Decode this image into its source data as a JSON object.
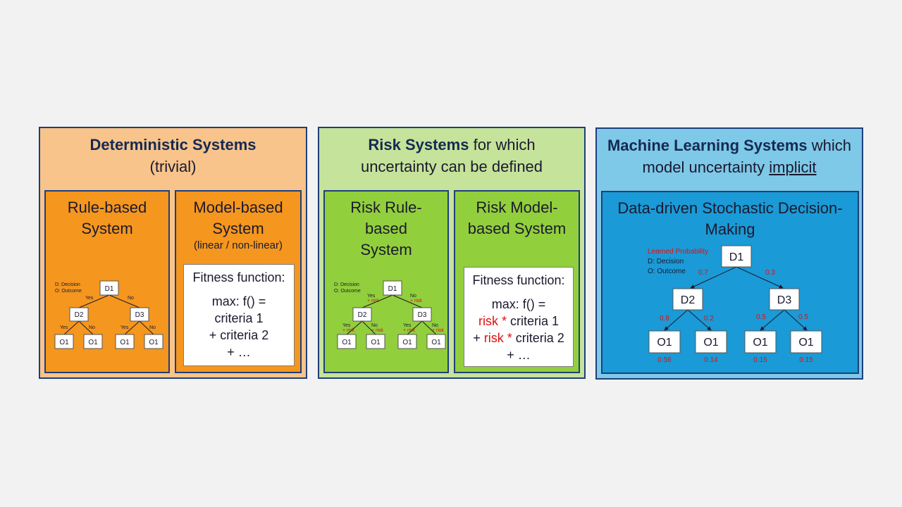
{
  "panels": {
    "deterministic": {
      "title_bold": "Deterministic Systems",
      "title_rest": "(trivial)",
      "rule": {
        "title": "Rule-based System",
        "legend": [
          "D: Decision",
          "O: Outcome"
        ],
        "nodes": [
          "D1",
          "D2",
          "D3",
          "O1",
          "O1",
          "O1",
          "O1"
        ],
        "edges": [
          "Yes",
          "No",
          "Yes",
          "No",
          "Yes",
          "No"
        ]
      },
      "model": {
        "title": "Model-based System",
        "note": "(linear / non-linear)",
        "fitness_title": "Fitness function:",
        "line1": "max: f() =",
        "line2": "criteria 1",
        "line3": "+ criteria 2",
        "line4": "+ …"
      }
    },
    "risk": {
      "title_bold": "Risk Systems",
      "title_rest1": "for which",
      "title_rest2": "uncertainty can be defined",
      "rule": {
        "title": "Risk Rule-based System",
        "legend": [
          "D: Decision",
          "O: Outcome"
        ],
        "nodes": [
          "D1",
          "D2",
          "D3",
          "O1",
          "O1",
          "O1",
          "O1"
        ],
        "edges": [
          "Yes",
          "No",
          "Yes",
          "No",
          "Yes",
          "No"
        ],
        "risk_label": "+ risk"
      },
      "model": {
        "title": "Risk Model-based System",
        "fitness_title": "Fitness function:",
        "line1": "max: f() =",
        "risk_word": "risk *",
        "line2_rest": "criteria 1",
        "line3_prefix": "+",
        "line3_rest": "criteria 2",
        "line4": "+ …"
      }
    },
    "ml": {
      "title_bold": "Machine Learning Systems",
      "title_rest1": "which",
      "title_rest2": "model uncertainty",
      "title_underline": "implicit",
      "sub": {
        "title": "Data-driven Stochastic Decision-Making",
        "legend_red": "Learned Probability",
        "legend": [
          "D: Decision",
          "O: Outcome"
        ],
        "nodes": [
          "D1",
          "D2",
          "D3",
          "O1",
          "O1",
          "O1",
          "O1"
        ],
        "edge_probs": [
          "0.7",
          "0.3",
          "0.8",
          "0.2",
          "0.5",
          "0.5"
        ],
        "outcome_probs": [
          "0.56",
          "0.14",
          "0.15",
          "0.15"
        ]
      }
    }
  },
  "colors": {
    "deterministic_bg": "#f8c48b",
    "deterministic_sub": "#f5961e",
    "risk_bg": "#c5e39a",
    "risk_sub": "#92cf3c",
    "ml_bg": "#7ec8e8",
    "ml_sub": "#1a9ad6",
    "border": "#1f3f79",
    "red": "#e01010"
  }
}
